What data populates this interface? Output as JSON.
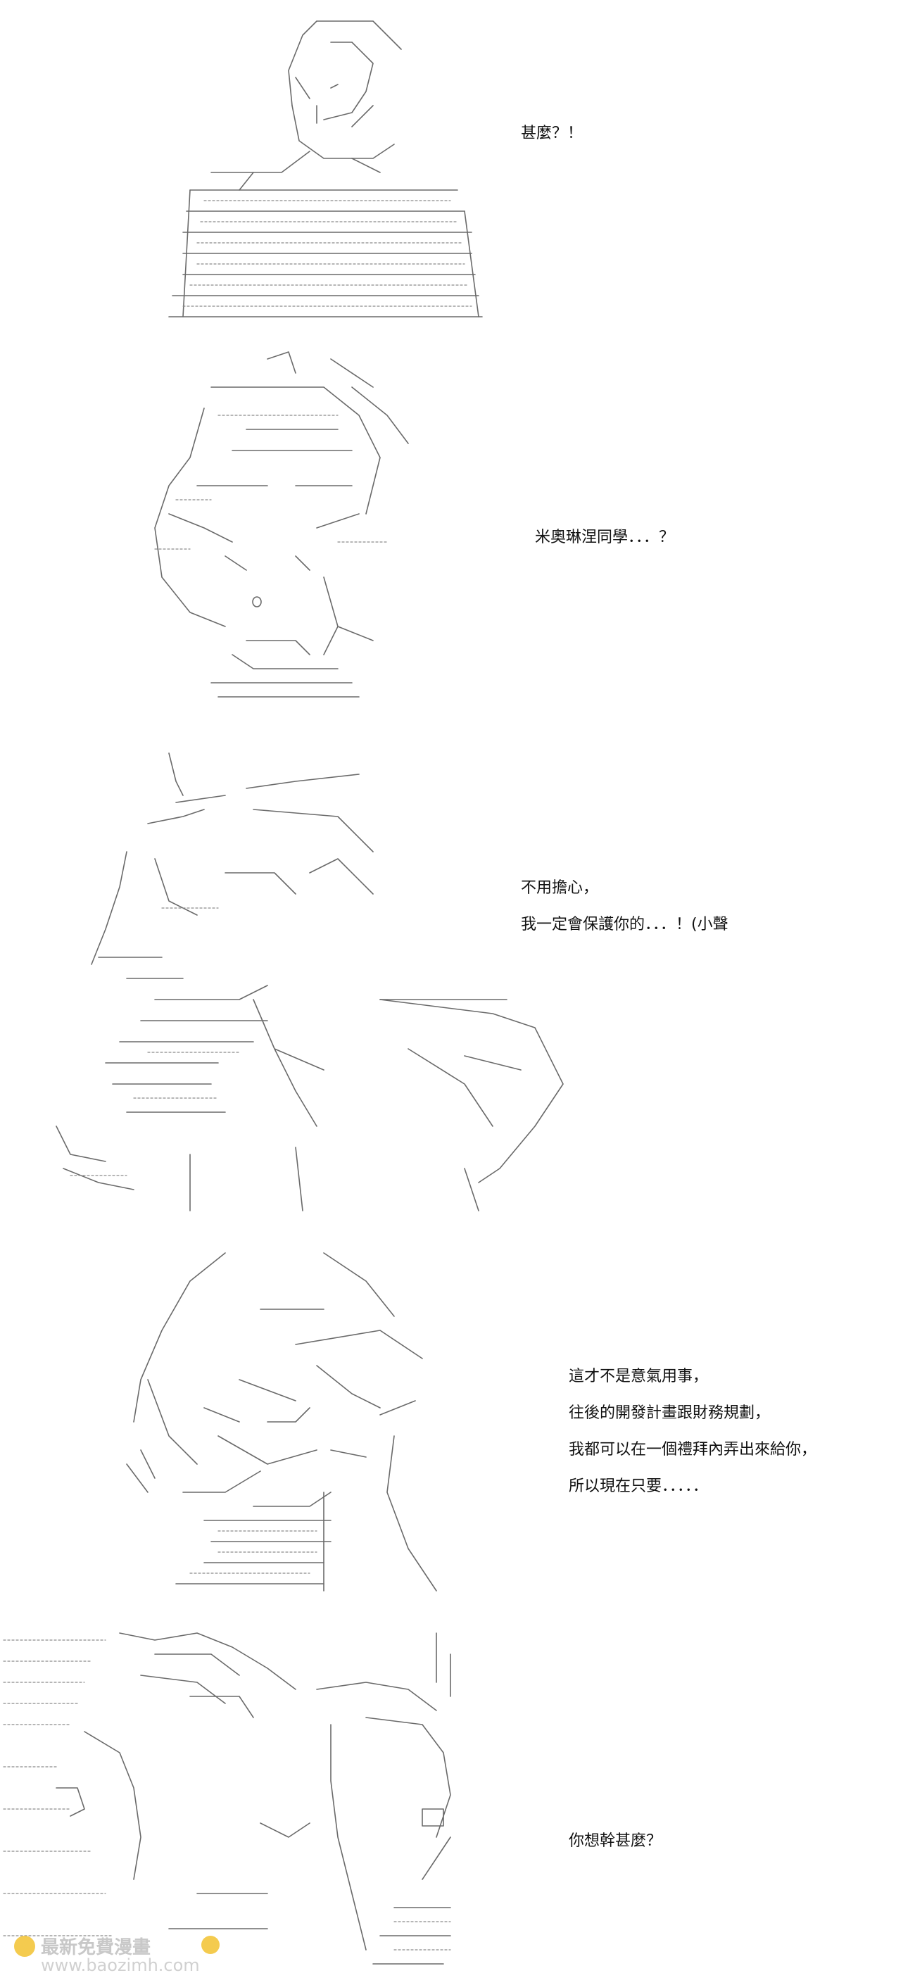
{
  "panels": [
    {
      "lines": [
        "甚麼？！"
      ]
    },
    {
      "lines": [
        "米奧琳涅同學．．．？"
      ]
    },
    {
      "lines": [
        "不用擔心，",
        "我一定會保護你的．．．！(小聲"
      ]
    },
    {
      "lines": [
        "這才不是意氣用事，",
        "往後的開發計畫跟財務規劃，",
        "我都可以在一個禮拜內弄出來給你，",
        "所以現在只要．．．．．"
      ]
    },
    {
      "lines": [
        "你想幹甚麼？"
      ]
    }
  ],
  "watermark": {
    "title": "最新免費漫畫",
    "url": "www.baozimh.com"
  }
}
